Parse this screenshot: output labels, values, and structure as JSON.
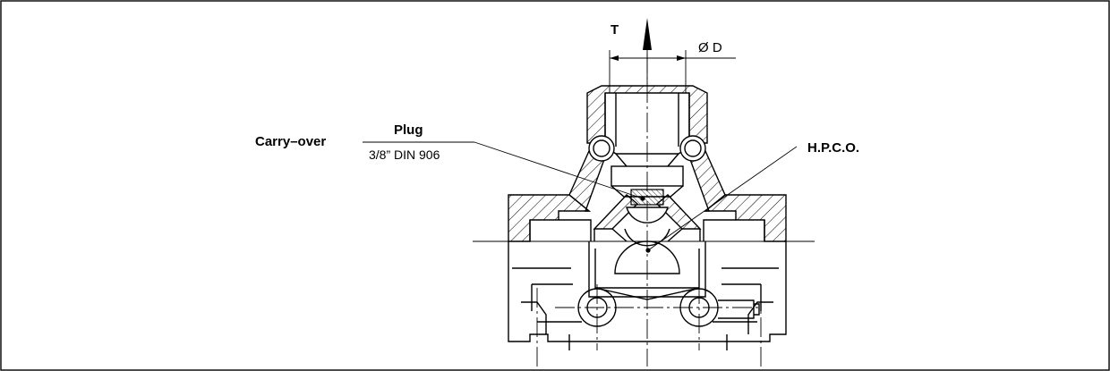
{
  "labels": {
    "carry_over": "Carry–over",
    "plug": "Plug",
    "plug_spec": "3/8” DIN 906",
    "hpco": "H.P.C.O.",
    "t": "T",
    "diameter": "Ø D"
  }
}
